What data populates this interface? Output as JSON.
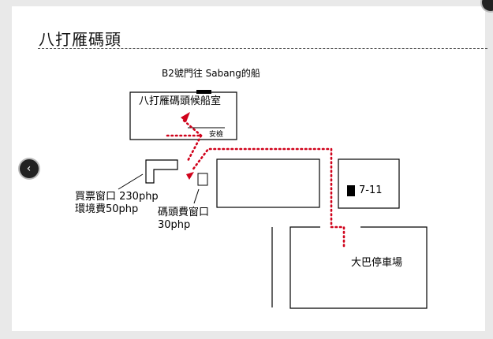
{
  "page": {
    "title": "八打雁碼頭",
    "icons": {
      "prev": "chevron-left-icon",
      "close": "close-icon"
    }
  },
  "map": {
    "gate_label": "B2號門往 Sabang的船",
    "waiting_room": "八打雁碼頭候船室",
    "security": "安檢",
    "ticket_window": {
      "line1": "買票窗口 230php",
      "line2": "環境費50php"
    },
    "terminal_fee": {
      "line1": "碼頭費窗口",
      "line2": "30php"
    },
    "store": "7-11",
    "bus_parking": "大巴停車場",
    "route_color": "#d0021b"
  }
}
